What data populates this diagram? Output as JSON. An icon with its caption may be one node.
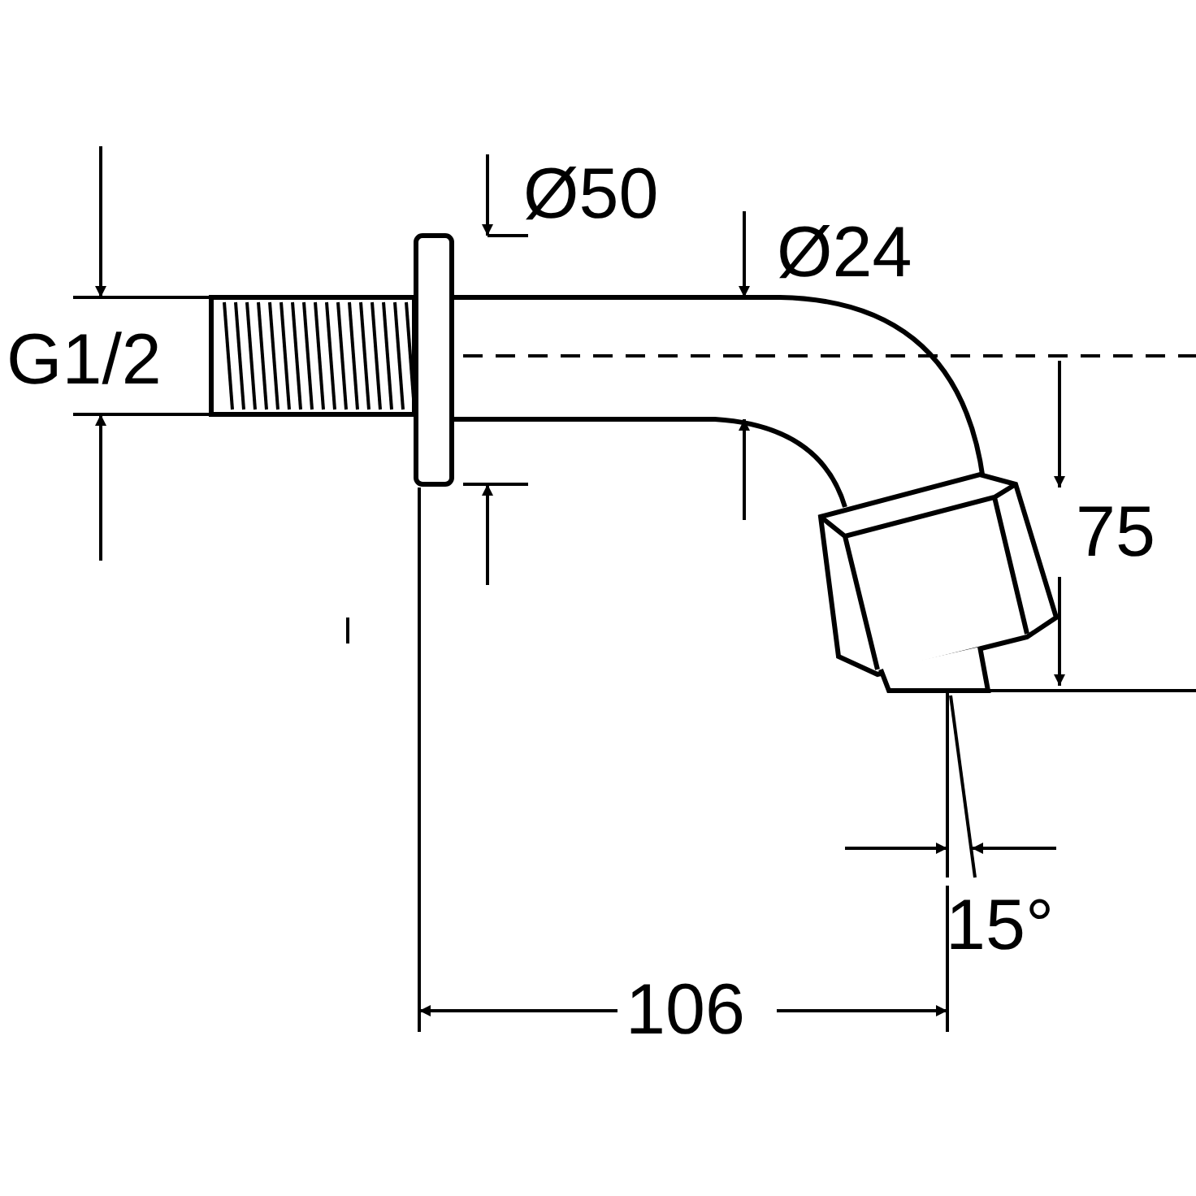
{
  "diagram": {
    "labels": [
      "Ø50",
      "Ø24",
      "G1/2",
      "75",
      "15°",
      "106"
    ]
  }
}
